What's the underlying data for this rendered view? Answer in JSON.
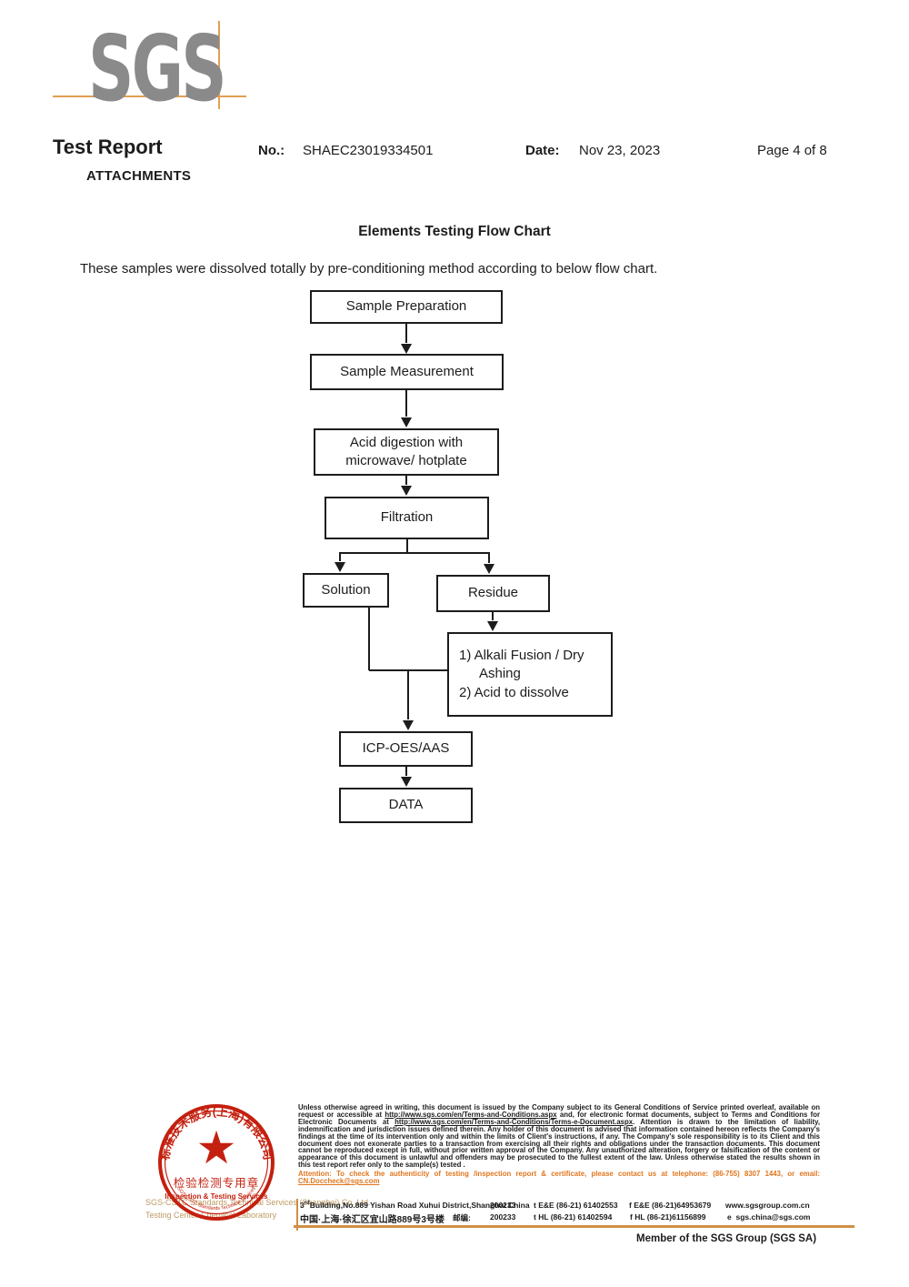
{
  "header": {
    "logo_text": "SGS",
    "title": "Test Report",
    "no_label": "No.:",
    "no_value": "SHAEC23019334501",
    "date_label": "Date:",
    "date_value": "Nov 23, 2023",
    "page_label": "Page 4 of 8",
    "attachments_label": "ATTACHMENTS"
  },
  "section": {
    "title": "Elements Testing Flow Chart",
    "intro": "These samples were dissolved totally by pre-conditioning method according to below flow chart."
  },
  "flowchart": {
    "type": "flow-diagram",
    "nodes": [
      {
        "id": "sample-preparation",
        "label": "Sample Preparation"
      },
      {
        "id": "sample-measurement",
        "label": "Sample Measurement"
      },
      {
        "id": "acid-digestion",
        "label": "Acid digestion with microwave/ hotplate",
        "lines": [
          "Acid digestion with",
          "microwave/ hotplate"
        ]
      },
      {
        "id": "filtration",
        "label": "Filtration"
      },
      {
        "id": "solution",
        "label": "Solution"
      },
      {
        "id": "residue",
        "label": "Residue"
      },
      {
        "id": "alkali-fusion",
        "label": "1) Alkali Fusion / Dry Ashing 2) Acid to dissolve",
        "lines": [
          "1) Alkali Fusion / Dry",
          "Ashing",
          "2) Acid to dissolve"
        ]
      },
      {
        "id": "icp-oes-aas",
        "label": "ICP-OES/AAS"
      },
      {
        "id": "data",
        "label": "DATA"
      }
    ],
    "edges": [
      {
        "from": "sample-preparation",
        "to": "sample-measurement"
      },
      {
        "from": "sample-measurement",
        "to": "acid-digestion"
      },
      {
        "from": "acid-digestion",
        "to": "filtration"
      },
      {
        "from": "filtration",
        "to": "solution"
      },
      {
        "from": "filtration",
        "to": "residue"
      },
      {
        "from": "residue",
        "to": "alkali-fusion"
      },
      {
        "from": "solution",
        "to": "icp-oes-aas"
      },
      {
        "from": "alkali-fusion",
        "to": "icp-oes-aas"
      },
      {
        "from": "icp-oes-aas",
        "to": "data"
      }
    ]
  },
  "footer": {
    "stamp": {
      "arc_text": "标准技术服务(上海)有限公司",
      "star_glyph": "★",
      "center_zh": "检验检测专用章",
      "center_en": "Inspection & Testing Services",
      "bottom_arc_text": "SGS-CSTC Standards Technical Services"
    },
    "company_lines": [
      "SGS-CSTC Standards Technical Services (Shanghai) Co.,Ltd.",
      "Testing Center-Chemical Laboratory"
    ],
    "legal": {
      "p1": "Unless otherwise agreed in writing, this document is issued by the Company subject to its General Conditions of Service printed overleaf, available on request or accessible at ",
      "link1": "http://www.sgs.com/en/Terms-and-Conditions.aspx",
      "p2": " and, for electronic format documents, subject to Terms and Conditions for Electronic Documents at ",
      "link2": "http://www.sgs.com/en/Terms-and-Conditions/Terms-e-Document.aspx",
      "p3": ". Attention is drawn to the limitation of liability, indemnification and jurisdiction issues defined therein. Any holder of this document is advised that information contained hereon reflects the Company's findings at the time of its intervention only and within the limits of Client's instructions, if any. The Company's sole responsibility is to its Client and this document does not exonerate parties to a transaction from exercising all their rights and obligations under the transaction documents. This document cannot be reproduced except in full, without prior written approval of the Company. Any unauthorized alteration, forgery or falsification of the content or appearance of this document is unlawful and offenders may be prosecuted to the fullest extent of the law. Unless otherwise stated the results shown in this test report refer only to the sample(s) tested ."
    },
    "attention": {
      "prefix": "Attention: To check the authenticity of testing /inspection report & certificate, please contact us at telephone: (86-755) 8307 1443, or email: ",
      "email": "CN.Doccheck@sgs.com"
    },
    "address": {
      "building_num": "3",
      "building_sup": "rd",
      "en_line": "Building,No.889 Yishan Road Xuhui District,Shanghai China",
      "en_postcode": "200233",
      "cn_line": "中国·上海·徐汇区宜山路889号3号楼",
      "cn_postcode_label": "邮编:",
      "cn_postcode": "200233",
      "tel1": "t E&E (86-21) 61402553",
      "fax1": "f E&E (86-21)64953679",
      "web": "www.sgsgroup.com.cn",
      "tel2": "t HL (86-21) 61402594",
      "fax2": "f HL (86-21)61156899",
      "email_label": "e",
      "email": "sgs.china@sgs.com"
    },
    "member_line": "Member of the SGS Group (SGS SA)"
  },
  "colors": {
    "logo_gray": "#8a8a8a",
    "crosshair_orange": "#e2a052",
    "stamp_red": "#c4200f",
    "company_tan": "#bf9a63",
    "attention_orange": "#e0761e",
    "rule_orange": "#cf8f45",
    "ink": "#1c1c1c"
  }
}
